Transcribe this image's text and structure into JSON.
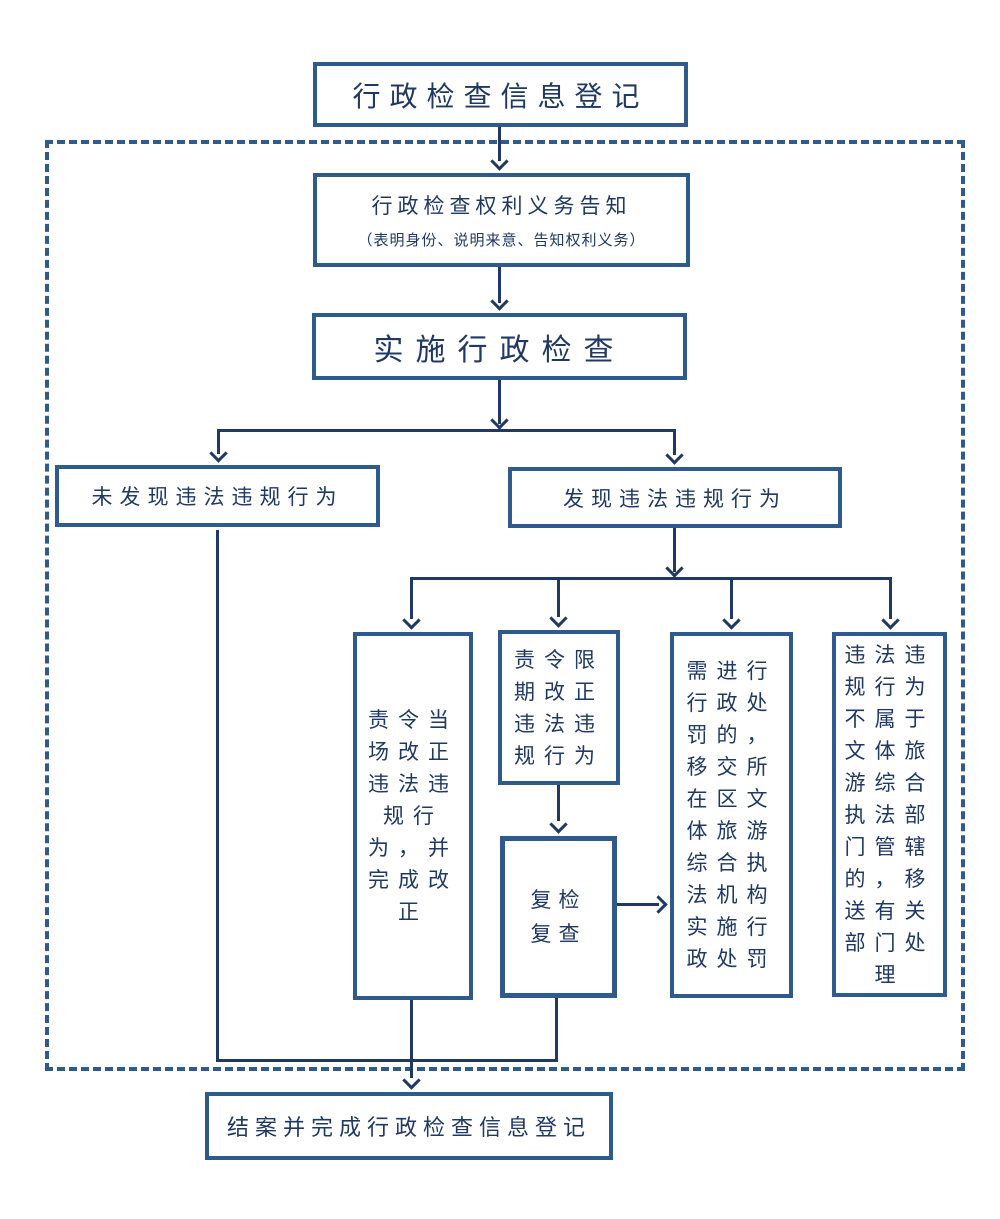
{
  "colors": {
    "box_border": "#2e5a8e",
    "connector": "#1f3864",
    "text": "#1f3864",
    "background": "#ffffff"
  },
  "nodes": {
    "start": "行政检查信息登记",
    "notify_title": "行政检查权利义务告知",
    "notify_subtitle": "（表明身份、说明来意、告知权利义务）",
    "implement": "实施行政检查",
    "no_violation": "未发现违法违规行为",
    "violation": "发现违法违规行为",
    "onsite_correction": "责令当\n场改正\n违法违\n规行\n为，并\n完成改\n正",
    "deadline_correction": "责令限\n期改正\n违法违\n规行为",
    "recheck": "复检\n复查",
    "penalty_transfer": "需进行\n行政处\n罚的，\n移交所\n在区文\n体旅游\n综合执\n法机构\n实施行\n政处罚",
    "other_department": "违法违\n规行为\n不属于\n文体旅\n游综合\n执法部\n门管辖\n的，移\n送有关\n部门处\n理",
    "close": "结案并完成行政检查信息登记"
  }
}
